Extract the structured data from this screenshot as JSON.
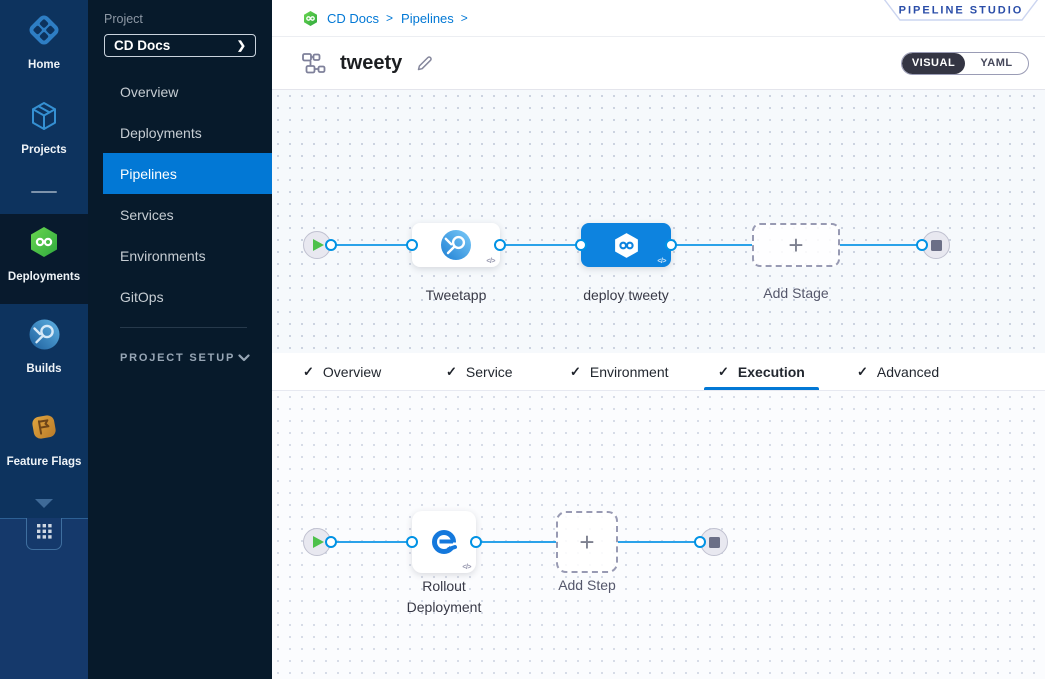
{
  "colors": {
    "accent": "#0278d5",
    "edge_blue": "#0092e4",
    "stage_blue": "#0d83df",
    "rail_bg": "#0d335e",
    "sidebar_bg": "#071a2b",
    "deploy_green": "#3fb94a"
  },
  "rail": {
    "items": [
      {
        "label": "Home"
      },
      {
        "label": "Projects"
      },
      {
        "label": "Deployments",
        "active": true
      },
      {
        "label": "Builds"
      },
      {
        "label": "Feature Flags"
      }
    ]
  },
  "sidebar": {
    "project_label": "Project",
    "project_value": "CD Docs",
    "chevron": "❯",
    "items": [
      "Overview",
      "Deployments",
      "Pipelines",
      "Services",
      "Environments",
      "GitOps"
    ],
    "active_item": "Pipelines",
    "setup_label": "PROJECT SETUP"
  },
  "header": {
    "breadcrumb": [
      "CD Docs",
      "Pipelines"
    ],
    "breadcrumb_sep": ">",
    "studio_badge": "PIPELINE STUDIO",
    "pipeline_name": "tweety",
    "visual_label": "VISUAL",
    "yaml_label": "YAML",
    "selected_view": "VISUAL"
  },
  "stage_canvas": {
    "stage1_label": "Tweetapp",
    "stage2_label": "deploy tweety",
    "add_stage_label": "Add Stage",
    "code_glyph": "</>",
    "plus_glyph": "+"
  },
  "tabs": {
    "check_glyph": "✓",
    "items": [
      {
        "label": "Overview",
        "checked": true
      },
      {
        "label": "Service",
        "checked": true
      },
      {
        "label": "Environment",
        "checked": true
      },
      {
        "label": "Execution",
        "checked": true,
        "active": true
      },
      {
        "label": "Advanced",
        "checked": true
      }
    ]
  },
  "step_canvas": {
    "step1_label": "Rollout Deployment",
    "add_step_label": "Add Step",
    "code_glyph": "</>",
    "plus_glyph": "+"
  }
}
